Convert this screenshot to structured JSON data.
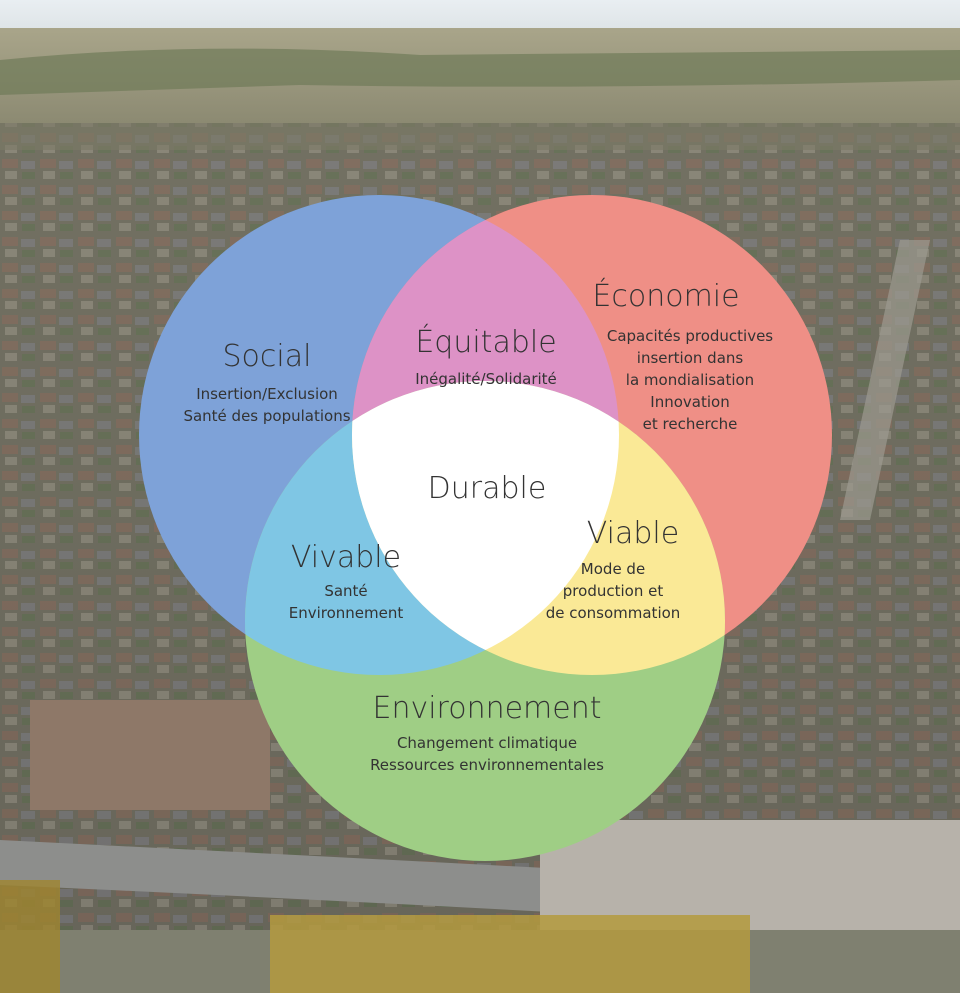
{
  "circles": {
    "social": {
      "title": "Social",
      "lines": [
        "Insertion/Exclusion",
        "Santé des populations"
      ],
      "color": "#7ea2d8"
    },
    "economie": {
      "title": "Économie",
      "lines": [
        "Capacités productives",
        "insertion dans",
        "la mondialisation",
        "Innovation",
        "et recherche"
      ],
      "color": "#ef8f86"
    },
    "environnement": {
      "title": "Environnement",
      "lines": [
        "Changement climatique",
        "Ressources environnementales"
      ],
      "color": "#9fce85"
    }
  },
  "intersections": {
    "equitable": {
      "title": "Équitable",
      "lines": [
        "Inégalité/Solidarité"
      ],
      "color": "#dd92c6"
    },
    "vivable": {
      "title": "Vivable",
      "lines": [
        "Santé",
        "Environnement"
      ],
      "color": "#7fc6e4"
    },
    "viable": {
      "title": "Viable",
      "lines": [
        "Mode de",
        "production et",
        "de consommation"
      ],
      "color": "#fae996"
    },
    "durable": {
      "title": "Durable",
      "color": "#ffffff"
    }
  }
}
